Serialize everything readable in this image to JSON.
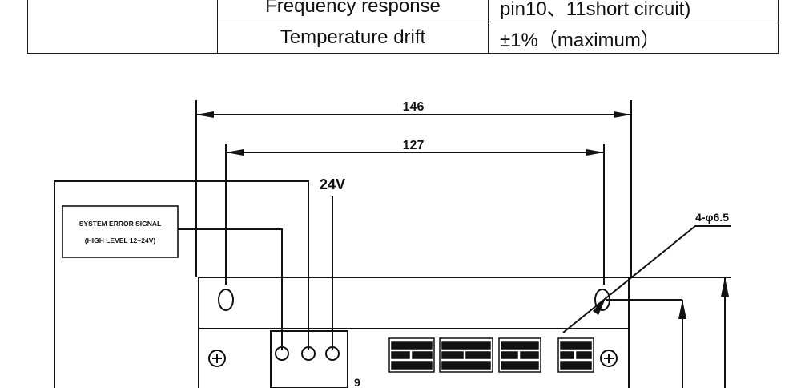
{
  "spec_table": {
    "rows": [
      {
        "param": "Frequency response",
        "value": "pin10、11short circuit)"
      },
      {
        "param": "Temperature drift",
        "value": "±1%（maximum）"
      }
    ]
  },
  "drawing": {
    "dim_outer": "146",
    "dim_inner": "127",
    "voltage_label": "24V",
    "hole_label": "4-φ6.5",
    "signal_box": {
      "line1": "SYSTEM ERROR SIGNAL",
      "line2": "(HIGH LEVEL 12~24V)"
    },
    "partial_label": "9"
  }
}
